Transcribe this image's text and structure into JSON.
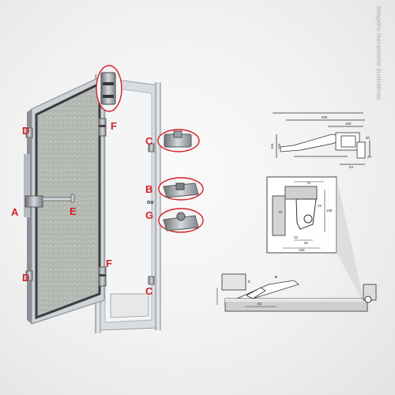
{
  "labels": {
    "a": "A",
    "b": "B",
    "c_top": "C",
    "c_bottom": "C",
    "d_top": "D",
    "d_bottom": "D",
    "e": "E",
    "f_top": "F",
    "f_bottom": "F",
    "g": "G",
    "ou": "ou"
  },
  "watermark": "imagens meramente ilustrativas",
  "colors": {
    "label_red": "#d81f26",
    "frame_silver": "#c8cdd2",
    "panel_grey": "#b8bcb8"
  },
  "drawing_top": {
    "dims": [
      "505",
      "150",
      "116",
      "105",
      "80",
      "64",
      "20"
    ]
  },
  "drawing_detail": {
    "dims": [
      "75",
      "78",
      "185",
      "25",
      "22",
      "160",
      "50"
    ]
  },
  "drawing_bottom": {
    "tags": [
      "C",
      "E"
    ],
    "dims": [
      "80"
    ]
  }
}
